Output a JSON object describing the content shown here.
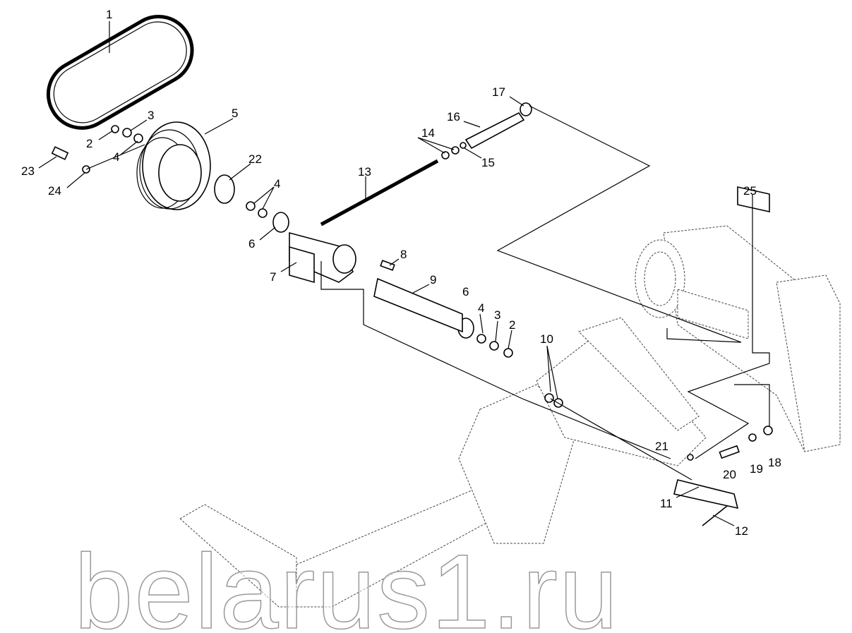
{
  "diagram": {
    "watermark": "belarus1.ru",
    "callouts": [
      "1",
      "2",
      "3",
      "4",
      "5",
      "22",
      "23",
      "24",
      "4",
      "6",
      "7",
      "8",
      "9",
      "13",
      "14",
      "15",
      "16",
      "17",
      "25",
      "6",
      "4",
      "3",
      "2",
      "10",
      "21",
      "20",
      "19",
      "18",
      "11",
      "12"
    ]
  }
}
